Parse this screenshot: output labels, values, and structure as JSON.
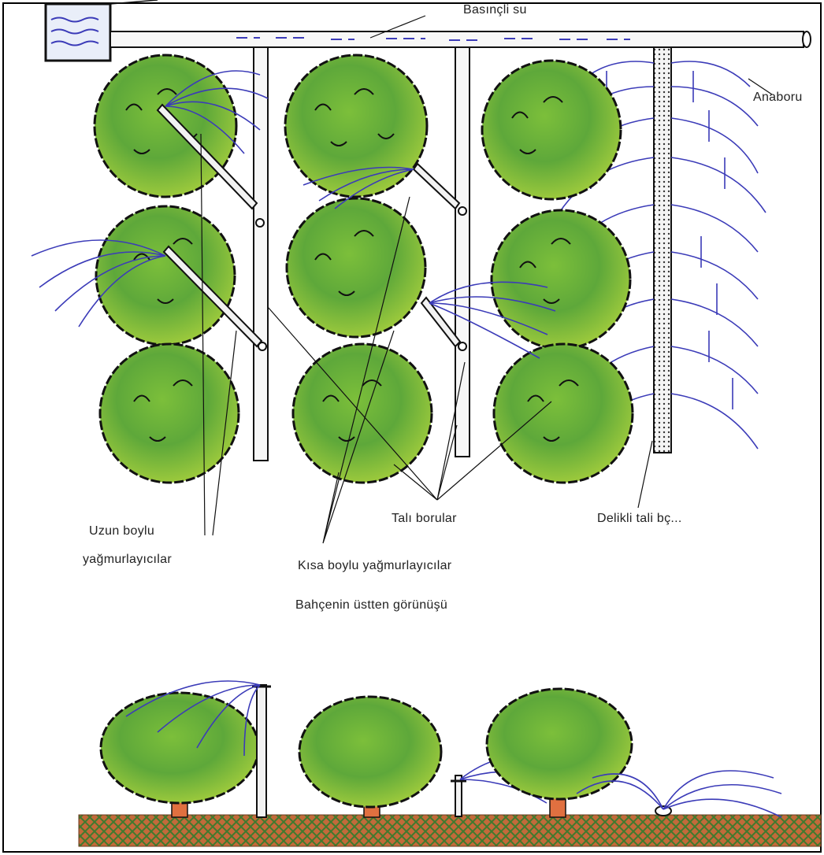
{
  "labels": {
    "pressurized_water": "Basınçli su",
    "main_pipe": "Anaboru",
    "lateral_pipes": "Talı borular",
    "perforated_lateral": "Delikli tali bç...",
    "tall_sprinklers_line1": "Uzun boylu",
    "tall_sprinklers_line2": "yağmurlayıcılar",
    "short_sprinklers": "Kısa boylu yağmurlayıcılar",
    "top_view_caption": "Bahçenin üstten görünüşü"
  },
  "colors": {
    "tree_dark_green": "#4f9a2c",
    "tree_light_green": "#9bc93c",
    "tree_yellow": "#d7d27a",
    "spray_blue": "#3b3bb8",
    "trunk_orange": "#e07040",
    "soil_brown": "#b5542b",
    "soil_green": "#3f8a30",
    "outline": "#111111"
  }
}
